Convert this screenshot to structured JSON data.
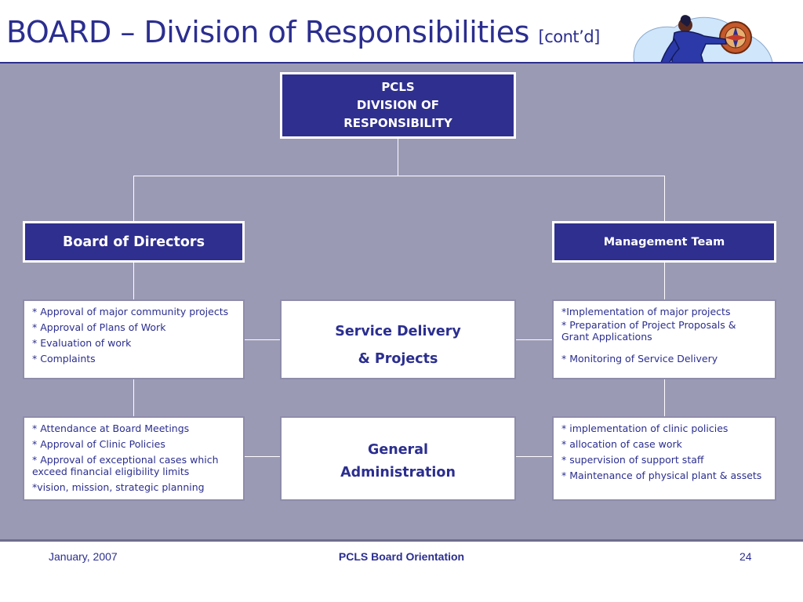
{
  "slide": {
    "title_main": "BOARD – Division of Responsibilities",
    "title_sub": "[cont’d]"
  },
  "root": {
    "lines": [
      "PCLS",
      "DIVISION OF",
      "RESPONSIBILITY"
    ]
  },
  "branches": {
    "left_header": "Board of Directors",
    "right_header": "Management Team"
  },
  "row1": {
    "left_items": [
      "* Approval of major community projects",
      "* Approval of Plans of Work",
      "* Evaluation of work",
      "* Complaints"
    ],
    "center_lines": [
      "Service Delivery",
      "& Projects"
    ],
    "right_items": [
      "*Implementation of major projects",
      "* Preparation of Project Proposals & Grant Applications",
      "* Monitoring of Service Delivery"
    ]
  },
  "row2": {
    "left_items": [
      "* Attendance at Board Meetings",
      "* Approval of Clinic Policies",
      "* Approval of exceptional cases which exceed financial eligibility limits",
      "*vision, mission, strategic planning"
    ],
    "center_lines": [
      "General",
      "Administration"
    ],
    "right_items": [
      "* implementation of clinic policies",
      "* allocation of case work",
      "* supervision of support staff",
      "* Maintenance of physical plant & assets"
    ]
  },
  "footer": {
    "date": "January, 2007",
    "title": "PCLS Board Orientation",
    "page": "24"
  },
  "clipart": {
    "icon": "businesswoman-with-compass-icon"
  },
  "colors": {
    "title": "#2b2e8f",
    "panel": "#9b9ab5",
    "header_box": "#2f2f8f",
    "text": "#2b2e8f"
  }
}
